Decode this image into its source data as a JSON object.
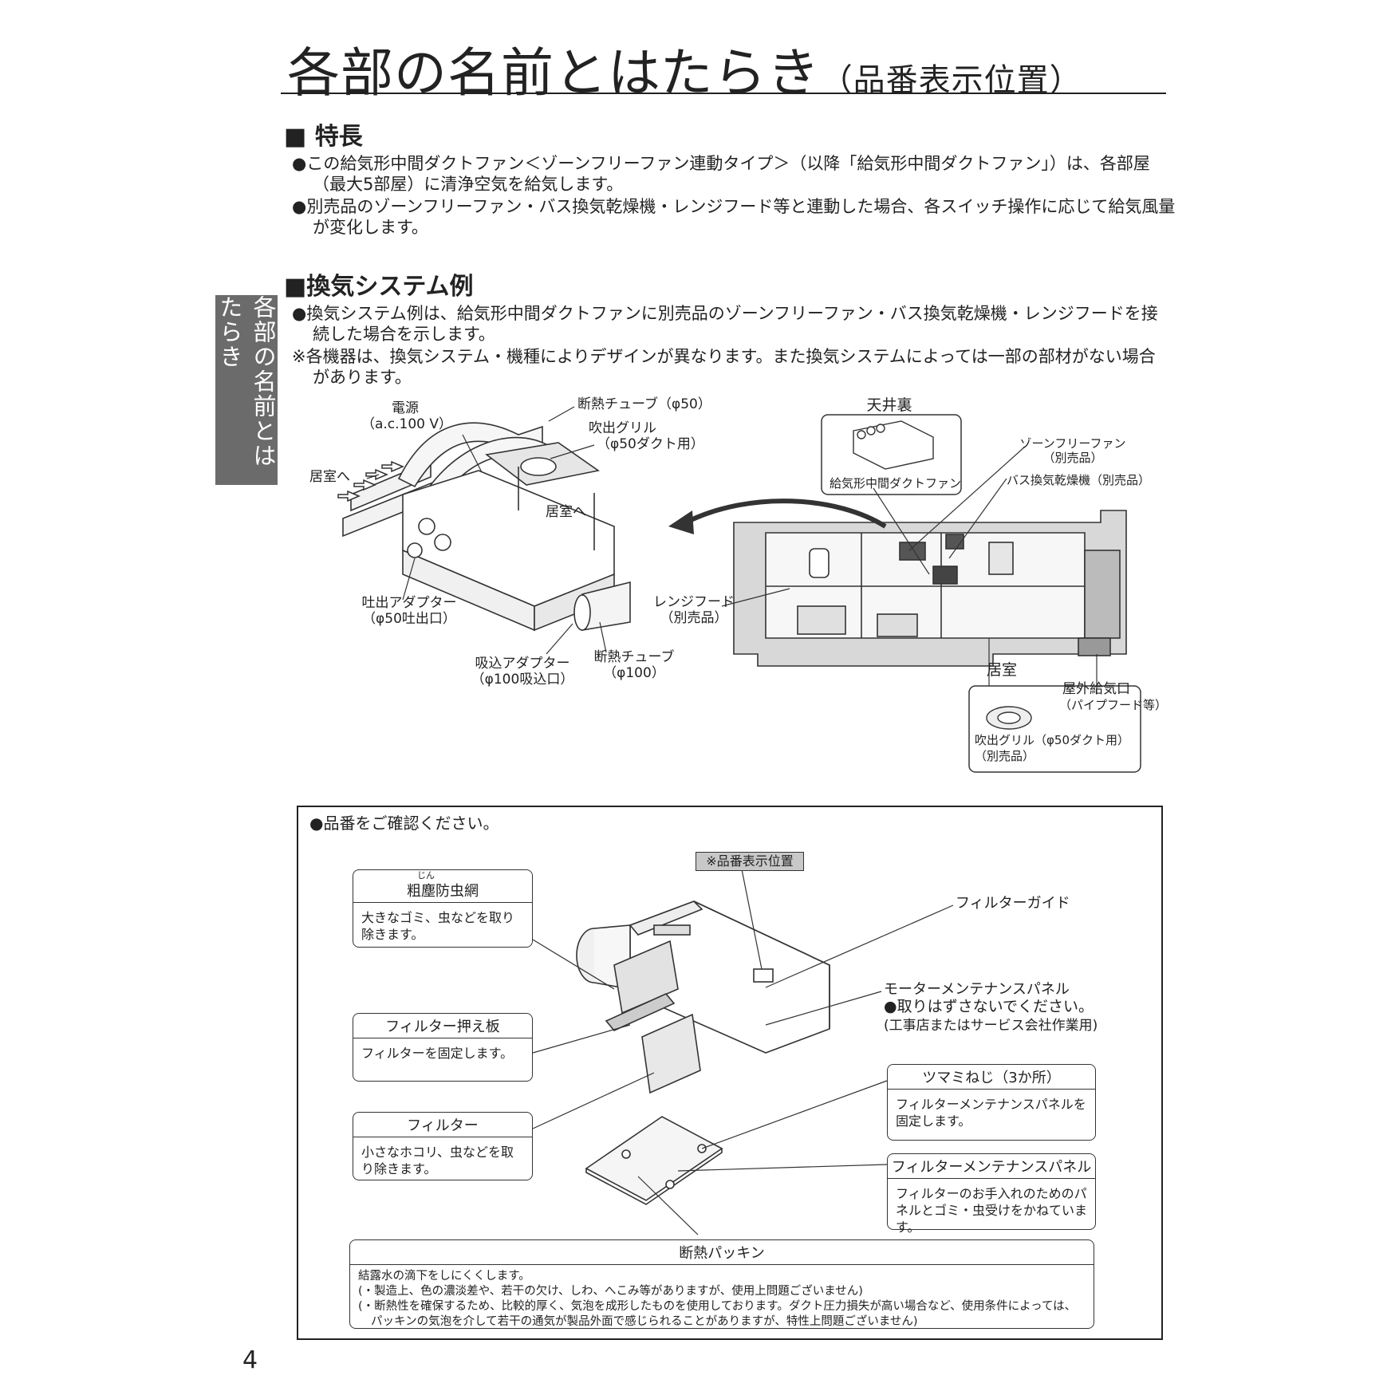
{
  "title": {
    "main": "各部の名前とはたらき",
    "sub": "（品番表示位置）"
  },
  "side_tab": "各部の名前とはたらき",
  "features": {
    "heading": "■ 特長",
    "items": [
      "●この給気形中間ダクトファン＜ゾーンフリーファン連動タイプ＞（以降「給気形中間ダクトファン」）は、各部屋（最大5部屋）に清浄空気を給気します。",
      "●別売品のゾーンフリーファン・バス換気乾燥機・レンジフード等と連動した場合、各スイッチ操作に応じて給気風量が変化します。"
    ]
  },
  "system": {
    "heading": "■換気システム例",
    "items": [
      "●換気システム例は、給気形中間ダクトファンに別売品のゾーンフリーファン・バス換気乾燥機・レンジフードを接続した場合を示します。",
      "※各機器は、換気システム・機種によりデザインが異なります。また換気システムによっては一部の部材がない場合があります。"
    ]
  },
  "left_diagram": {
    "power": "電源",
    "power_spec": "（a.c.100 V）",
    "tube50": "断熱チューブ（φ50）",
    "grille": "吹出グリル",
    "grille_spec": "（φ50ダクト用）",
    "to_room_1": "居室へ",
    "to_room_2": "居室へ",
    "outlet_adapter": "吐出アダプター",
    "outlet_spec": "（φ50吐出口）",
    "inlet_adapter": "吸込アダプター",
    "inlet_spec": "（φ100吸込口）",
    "tube100": "断熱チューブ",
    "tube100_spec": "（φ100）"
  },
  "right_diagram": {
    "attic": "天井裏",
    "unit_label": "給気形中間ダクトファン",
    "zone_fan": "ゾーンフリーファン",
    "zone_fan_note": "（別売品）",
    "bath_dryer": "バス換気乾燥機（別売品）",
    "range_hood": "レンジフード",
    "range_hood_note": "（別売品）",
    "room": "居室",
    "outdoor_inlet": "屋外給気口",
    "outdoor_inlet_note": "（パイプフード等）",
    "grille": "吹出グリル（φ50ダクト用）",
    "grille_note": "（別売品）"
  },
  "parts": {
    "confirm": "●品番をご確認ください。",
    "model_position": "※品番表示位置",
    "filter_guide": "フィルターガイド",
    "motor_panel": "モーターメンテナンスパネル",
    "motor_panel_warn": "●取りはずさないでください。",
    "motor_panel_note": "(工事店またはサービス会社作業用)",
    "coarse_net_ruby": "じん",
    "coarse_net": "粗塵防虫網",
    "coarse_net_desc": "大きなゴミ、虫などを取り除きます。",
    "filter_plate": "フィルター押え板",
    "filter_plate_desc": "フィルターを固定します。",
    "filter": "フィルター",
    "filter_desc": "小さなホコリ、虫などを取り除きます。",
    "knob_screw": "ツマミねじ（3か所）",
    "knob_screw_desc": "フィルターメンテナンスパネルを固定します。",
    "filter_panel": "フィルターメンテナンスパネル",
    "filter_panel_desc": "フィルターのお手入れのためのパネルとゴミ・虫受けをかねています。",
    "packing": "断熱パッキン",
    "packing_desc": [
      "結露水の滴下をしにくくします。",
      "(・製造上、色の濃淡差や、若干の欠け、しわ、へこみ等がありますが、使用上問題ございません)",
      "(・断熱性を確保するため、比較的厚く、気泡を成形したものを使用しております。ダクト圧力損失が高い場合など、使用条件によっては、 パッキンの気泡を介して若干の通気が製品外面で感じられることがありますが、特性上問題ございません)"
    ]
  },
  "page_number": "4"
}
